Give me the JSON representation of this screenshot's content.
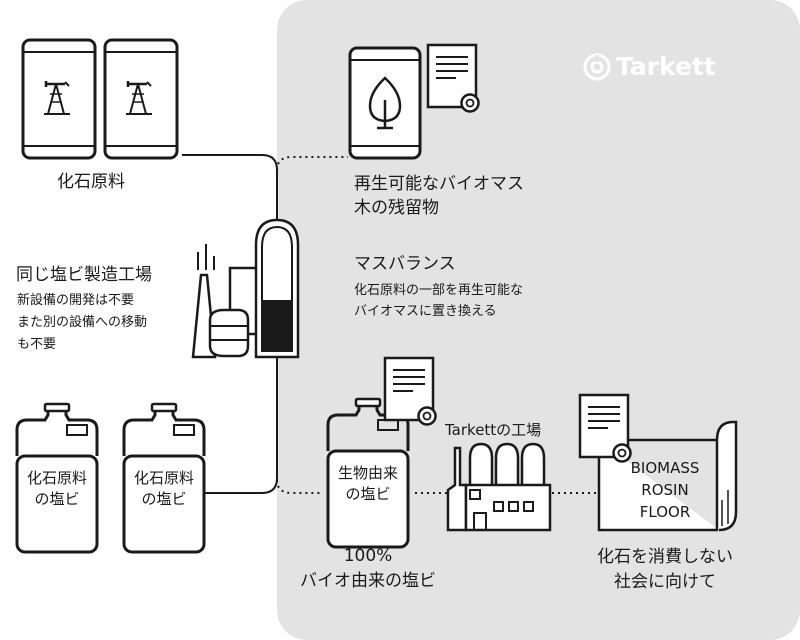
{
  "brand": {
    "name": "Tarkett"
  },
  "left": {
    "fossil_label": "化石原料",
    "plant_title": "同じ塩ビ製造工場",
    "plant_desc": [
      "新設備の開発は不要",
      "また別の設備への移動",
      "も不要"
    ],
    "jug_label": [
      "化石原料",
      "の塩ビ"
    ]
  },
  "right": {
    "biomass_label": [
      "再生可能なバイオマス",
      "木の残留物"
    ],
    "mass_balance_title": "マスバランス",
    "mass_balance_desc": [
      "化石原料の一部を再生可能な",
      "バイオマスに置き換える"
    ],
    "bio_jug_label": [
      "生物由来",
      "の塩ビ"
    ],
    "bio_caption": [
      "100%",
      "バイオ由来の塩ビ"
    ],
    "factory_label": "Tarkettの工場",
    "floor_label": [
      "BIOMASS",
      "ROSIN",
      "FLOOR"
    ],
    "goal_caption": [
      "化石を消費しない",
      "社会に向けて"
    ]
  },
  "icons": [
    "oil-barrel-icon",
    "pumpjack-icon",
    "tree-barrel-icon",
    "certificate-icon",
    "factory-icon",
    "plastic-jug-icon",
    "reactor-tank-icon",
    "floor-roll-icon"
  ]
}
